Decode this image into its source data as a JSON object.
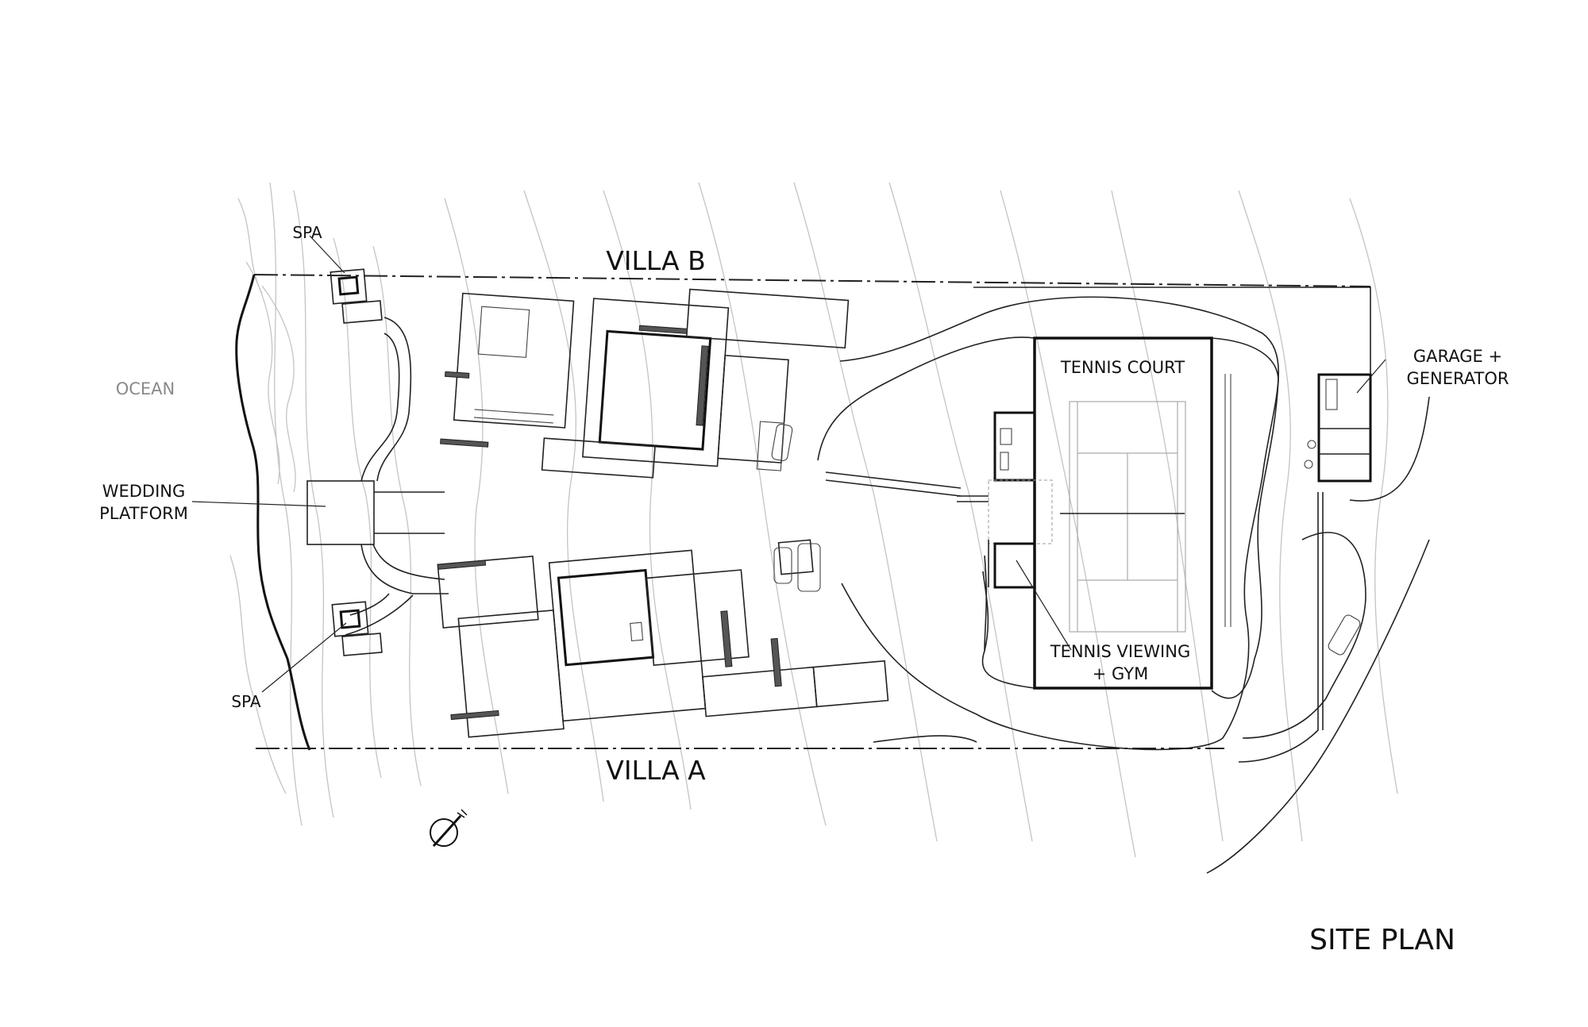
{
  "title": "SITE PLAN",
  "labels": {
    "villa_b": "VILLA B",
    "villa_a": "VILLA A",
    "ocean": "OCEAN",
    "spa_top": "SPA",
    "spa_bottom": "SPA",
    "wedding_platform_line1": "WEDDING",
    "wedding_platform_line2": "PLATFORM",
    "tennis_court": "TENNIS COURT",
    "tennis_viewing_line1": "TENNIS VIEWING",
    "tennis_viewing_line2": "+ GYM",
    "garage_line1": "GARAGE +",
    "garage_line2": "GENERATOR"
  },
  "colors": {
    "ink": "#111111",
    "contour": "#c4c4c4",
    "ocean_label": "#8a8a8a"
  }
}
